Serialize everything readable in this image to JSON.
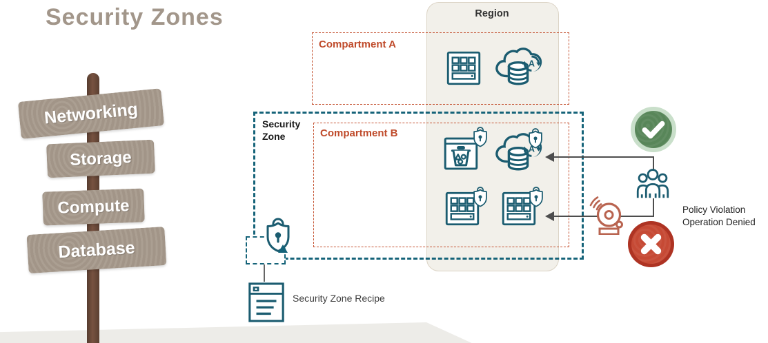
{
  "title": "Security Zones",
  "signpost": {
    "signs": [
      {
        "label": "Networking"
      },
      {
        "label": "Storage"
      },
      {
        "label": "Compute"
      },
      {
        "label": "Database"
      }
    ]
  },
  "region": {
    "label": "Region"
  },
  "compartments": {
    "a": {
      "label": "Compartment A",
      "icons": [
        "compute-grid-icon",
        "autonomous-database-icon"
      ]
    },
    "b": {
      "label": "Compartment B",
      "icons": [
        "object-storage-bucket-icon",
        "autonomous-database-icon",
        "compute-grid-icon",
        "compute-grid-icon"
      ],
      "badge_icon": "shield-lock-icon"
    }
  },
  "security_zone": {
    "line1": "Security",
    "line2": "Zone",
    "lock_icon": "shield-lock-icon"
  },
  "recipe": {
    "label": "Security Zone Recipe",
    "icon": "recipe-document-icon"
  },
  "outcome": {
    "allowed_icon": "check-circle-icon",
    "denied_icon": "x-circle-icon",
    "actors_icon": "users-group-icon",
    "alarm_icon": "alarm-bell-icon",
    "message_line1": "Policy Violation",
    "message_line2": "Operation Denied"
  },
  "colors": {
    "teal": "#1b5c70",
    "teal_border": "#156379",
    "orange": "#c4502f",
    "orange_text": "#bf4a2a",
    "region_bg": "#f2f0ea",
    "region_border": "#dcd4c6",
    "title": "#a2968a",
    "sign": "#a79a8c",
    "post": "#6a4a3a",
    "green_ring": "#c9dfca",
    "green": "#588659",
    "red_ring": "#ae3323",
    "red": "#c64a35",
    "bell": "#b96450",
    "line": "#4d4d4d",
    "text_dark": "#222222"
  }
}
